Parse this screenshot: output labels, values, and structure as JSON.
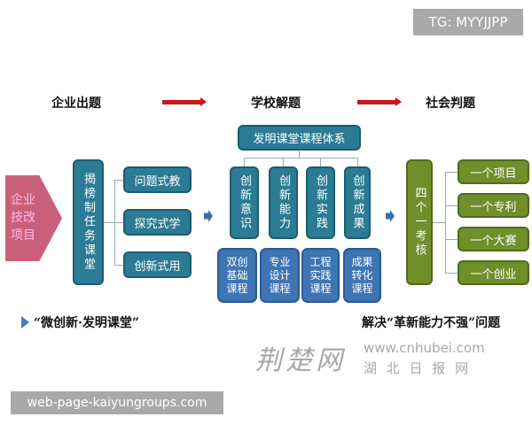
{
  "watermarks": {
    "top_right": "TG: MYYJJPP",
    "bottom_left": "web-page-kaiyungroups.com",
    "site_logo": "荆楚网",
    "site_url": "www.cnhubei.com",
    "site_name": "湖 北 日 报 网"
  },
  "header": {
    "step1": "企业出题",
    "step2": "学校解题",
    "step3": "社会判题"
  },
  "left": {
    "source": "企业技改项目",
    "task_class": "揭榜制任务课堂",
    "methods": [
      "问题式教",
      "探究式学",
      "创新式用"
    ],
    "caption": "“微创新·发明课堂”"
  },
  "middle": {
    "title": "发明课堂课程体系",
    "pillars": [
      "创新意识",
      "创新能力",
      "创新实践",
      "创新成果"
    ],
    "courses": [
      "双创基础课程",
      "专业设计课程",
      "工程实践课程",
      "成果转化课程"
    ]
  },
  "right": {
    "assessment": "四个一考核",
    "items": [
      "一个项目",
      "一个专利",
      "一个大赛",
      "一个创业"
    ],
    "caption": "解决“革新能力不强”问题"
  },
  "colors": {
    "teal": "#2b7b94",
    "blue": "#3f75b3",
    "green": "#6e8f2a",
    "pink": "#c9607a",
    "red_arrow": "#c8161d"
  }
}
